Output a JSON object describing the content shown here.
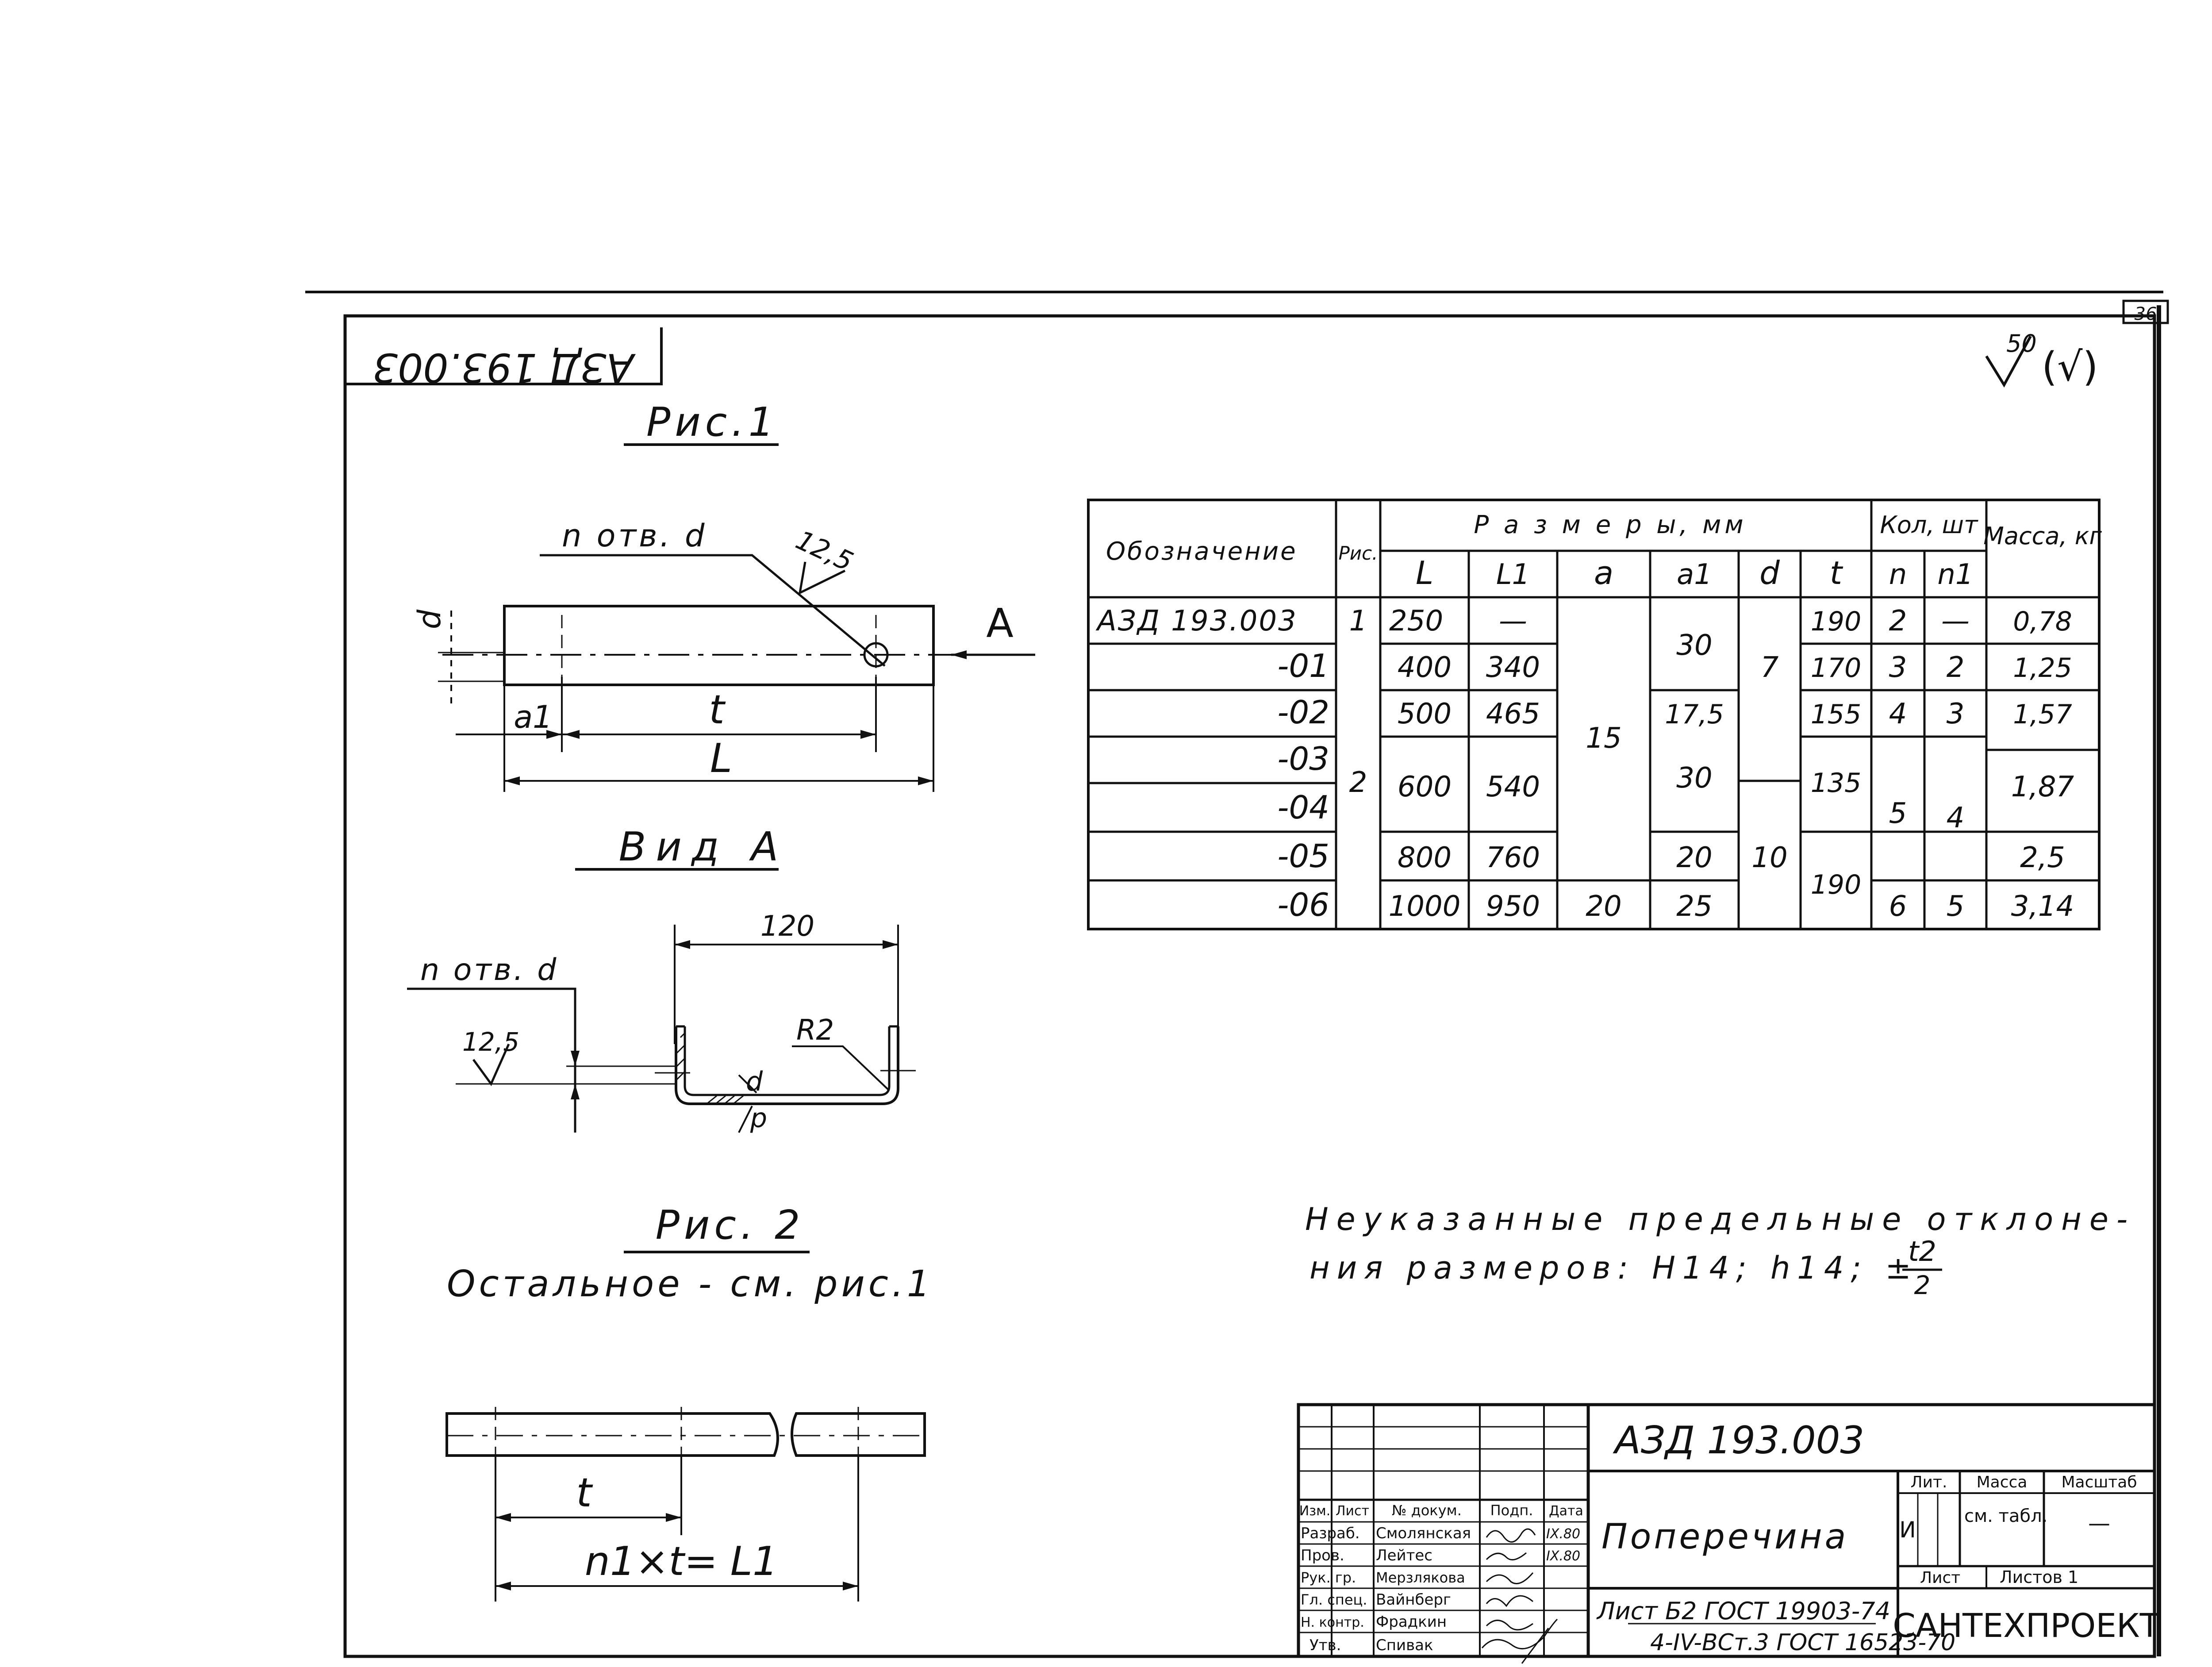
{
  "sheet_number": "36",
  "stamp_rotated": "АЗД 193.003",
  "roughness": {
    "value": "50",
    "rest": "(√)"
  },
  "fig1": {
    "title": "Рис.1",
    "label_holes": "n отв. d",
    "roughness": "12,5",
    "view_marker": "A",
    "dim_d": "d",
    "dim_a1": "a1",
    "dim_t": "t",
    "dim_L": "L"
  },
  "view_a": {
    "title": "Вид А",
    "label_holes": "n отв. d",
    "roughness": "12,5",
    "width": "120",
    "radius": "R2",
    "dim_d": "d"
  },
  "fig2": {
    "title": "Рис. 2",
    "note": "Остальное - см. рис.1",
    "dim_t": "t",
    "dim_formula": "n1×t= L1"
  },
  "table": {
    "header_designation": "Обозначение",
    "header_fig": "Рис.",
    "header_sizes": "Р а з м е р ы, мм",
    "header_qty": "Кол, шт",
    "header_mass": "Масса, кг",
    "sub_headers": [
      "L",
      "L1",
      "a",
      "a1",
      "d",
      "t",
      "n",
      "n1"
    ],
    "rows": [
      {
        "designation": "АЗД 193.003",
        "fig": "1",
        "L": "250",
        "L1": "—",
        "t": "190",
        "n": "2",
        "n1": "—",
        "mass": "0,78"
      },
      {
        "designation": "-01",
        "L": "400",
        "L1": "340",
        "t": "170",
        "n": "3",
        "n1": "2",
        "mass": "1,25"
      },
      {
        "designation": "-02",
        "L": "500",
        "L1": "465",
        "a1": "17,5",
        "t": "155",
        "n": "4",
        "n1": "3",
        "mass": "1,57"
      },
      {
        "designation": "-03"
      },
      {
        "designation": "-04"
      },
      {
        "designation": "-05",
        "L": "800",
        "L1": "760",
        "a1": "20",
        "mass": "2,5"
      },
      {
        "designation": "-06",
        "L": "1000",
        "L1": "950",
        "a": "20",
        "a1": "25",
        "n": "6",
        "n1": "5",
        "mass": "3,14"
      }
    ],
    "merged": {
      "fig_2": "2",
      "a_15": "15",
      "a1_30_top": "30",
      "a1_30_mid": "30",
      "d_7": "7",
      "d_10": "10",
      "L_600": "600",
      "L1_540": "540",
      "t_135": "135",
      "t_190": "190",
      "n_5": "5",
      "n1_4": "4",
      "mass_187": "1,87"
    }
  },
  "note": {
    "line1": "Неуказанные предельные отклоне-",
    "line2": "ния размеров: H14; h14; ±",
    "frac_num": "t2",
    "frac_den": "2"
  },
  "title_block": {
    "code": "АЗД 193.003",
    "name": "Поперечина",
    "col_headers": [
      "Изм.",
      "Лист",
      "№ докум.",
      "Подп.",
      "Дата"
    ],
    "roles": [
      {
        "role": "Разраб.",
        "name": "Смолянская",
        "date": "IX.80"
      },
      {
        "role": "Пров.",
        "name": "Лейтес",
        "date": "IX.80"
      },
      {
        "role": "Рук. гр.",
        "name": "Мерзлякова",
        "date": ""
      },
      {
        "role": "Гл. спец.",
        "name": "Вайнберг",
        "date": ""
      },
      {
        "role": "Н. контр.",
        "name": "Фрадкин",
        "date": ""
      },
      {
        "role": "Утв.",
        "name": "Спивак",
        "date": ""
      }
    ],
    "lit_label": "Лит.",
    "lit_value": "И",
    "mass_label": "Масса",
    "mass_value": "см. табл.",
    "scale_label": "Масштаб",
    "scale_value": "—",
    "sheet_label": "Лист",
    "sheets_label": "Листов 1",
    "material_1": "Лист  Б2 ГОСТ 19903-74",
    "material_2": "4-IV-ВСт.3 ГОСТ 16523-70",
    "org": "САНТЕХПРОЕКТ"
  }
}
